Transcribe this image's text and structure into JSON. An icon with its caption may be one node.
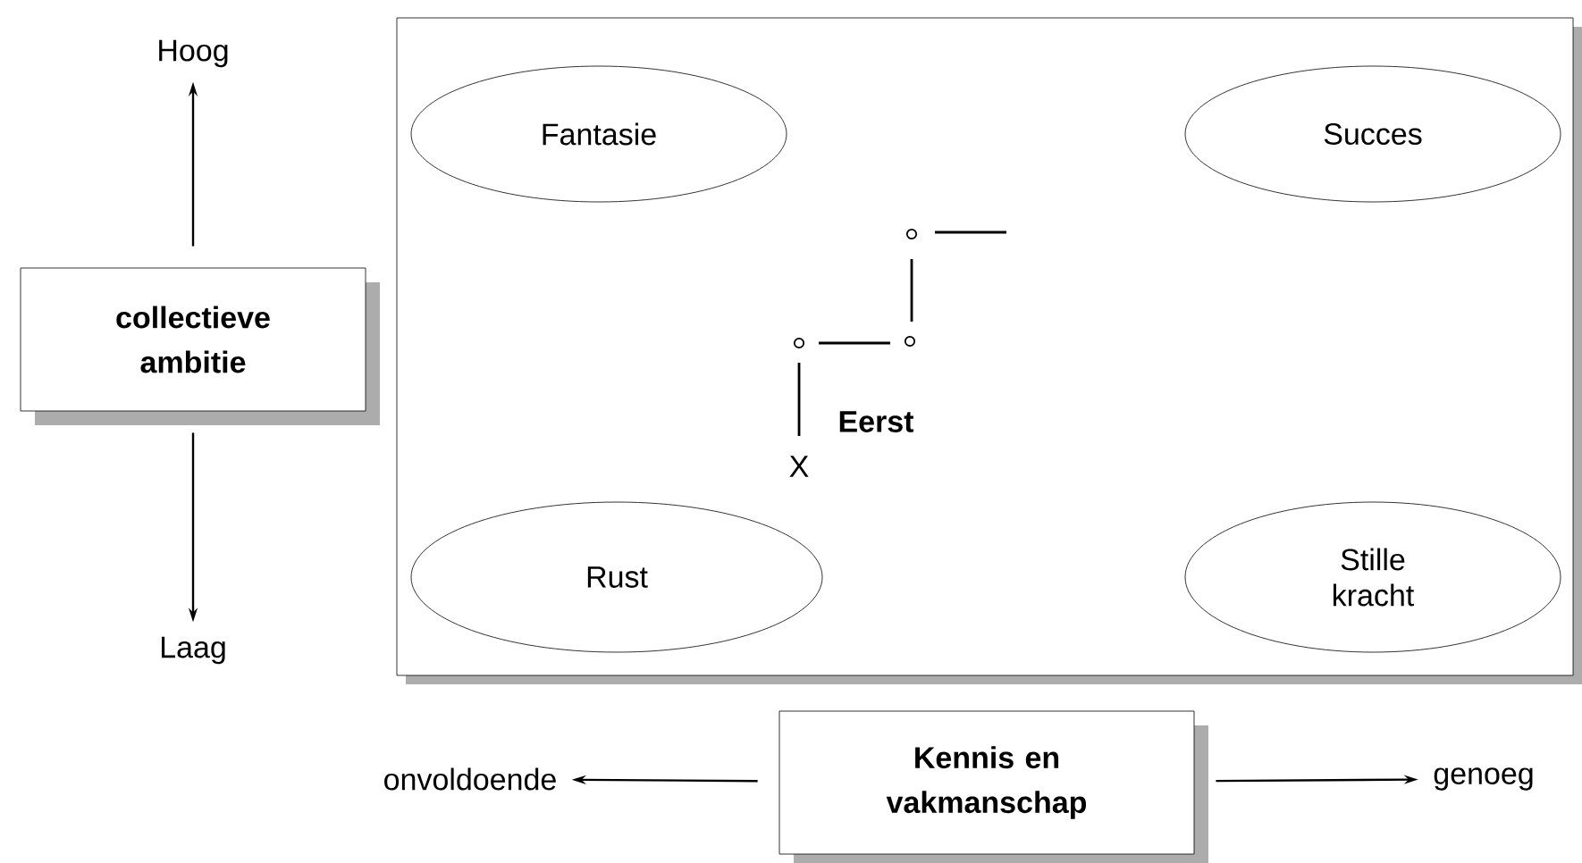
{
  "diagram": {
    "nodes": [
      {
        "text": [],
        "shape": "box"
      },
      {
        "text": [
          "Fantasie"
        ],
        "in": 0
      },
      {
        "text": [
          "Succes"
        ],
        "in": 0
      },
      {
        "text": [
          "Rust"
        ],
        "in": 0
      },
      {
        "text": [
          "Stille kracht"
        ],
        "in": 0
      },
      {
        "text": [
          "collectieve ambitie"
        ]
      },
      {
        "text": [
          "Hoog"
        ]
      },
      {
        "text": [
          "Laag"
        ]
      },
      {
        "text": [
          "Kennis en vakmanschap"
        ]
      },
      {
        "text": [
          "onvoldoende"
        ]
      },
      {
        "text": [
          "genoeg"
        ]
      }
    ],
    "edges": [
      {
        "from": 5,
        "to": 6,
        "arrow": "to"
      },
      {
        "from": 5,
        "to": 7,
        "arrow": "to"
      },
      {
        "from": 8,
        "to": 9,
        "arrow": "to"
      },
      {
        "from": 8,
        "to": 10,
        "arrow": "to"
      }
    ],
    "labels": [
      "Eerst",
      "X"
    ]
  }
}
